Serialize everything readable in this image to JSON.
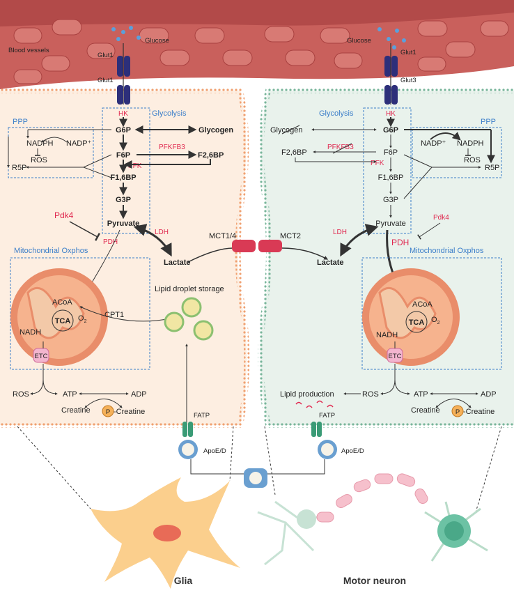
{
  "vessel": {
    "label": "Blood vessels",
    "glucose_left": "Glucose",
    "glucose_right": "Glucose"
  },
  "transporters": {
    "glut1_top_left": "Glut1",
    "glut1_mid_left": "Glut1",
    "glut1_top_right": "Glut1",
    "glut3_right": "Glut3",
    "mct_left": "MCT1/4",
    "mct_right": "MCT2",
    "fatp_left": "FATP",
    "fatp_right": "FATP",
    "apoe_left": "ApoE/D",
    "apoe_right": "ApoE/D"
  },
  "glia": {
    "glycolysis": "Glycolysis",
    "ppp": "PPP",
    "hk": "HK",
    "g6p": "G6P",
    "glycogen": "Glycogen",
    "f6p": "F6P",
    "pfkfb3": "PFKFB3",
    "f26bp": "F2,6BP",
    "pfk": "PFK",
    "f16bp": "F1,6BP",
    "g3p": "G3P",
    "pyruvate": "Pyruvate",
    "nadph": "NADPH",
    "nadp": "NADP⁺",
    "ros_ppp": "ROS",
    "r5p": "R5P",
    "pdk4": "Pdk4",
    "pdh": "PDH",
    "ldh": "LDH",
    "lactate": "Lactate",
    "mito": "Mitochondrial Oxphos",
    "acoa": "ACoA",
    "o2": "O",
    "o2_sub": "2",
    "tca": "TCA",
    "cpt1": "CPT1",
    "nadh": "NADH",
    "etc": "ETC",
    "ros": "ROS",
    "atp": "ATP",
    "adp": "ADP",
    "creatine": "Creatine",
    "p": "P",
    "pcreatine": "-Creatine",
    "lipid": "Lipid droplet storage"
  },
  "neuron": {
    "glycolysis": "Glycolysis",
    "ppp": "PPP",
    "hk": "HK",
    "g6p": "G6P",
    "glycogen": "Glycogen",
    "f6p": "F6P",
    "pfkfb3": "PFKFB3",
    "f26bp": "F2,6BP",
    "pfk": "PFK",
    "f16bp": "F1,6BP",
    "g3p": "G3P",
    "pyruvate": "Pyruvate",
    "nadp": "NADP⁺",
    "nadph": "NADPH",
    "ros_ppp": "ROS",
    "r5p": "R5P",
    "pdk4": "Pdk4",
    "pdh": "PDH",
    "ldh": "LDH",
    "lactate": "Lactate",
    "mito": "Mitochondrial Oxphos",
    "acoa": "ACoA",
    "o2": "O",
    "o2_sub": "2",
    "tca": "TCA",
    "nadh": "NADH",
    "etc": "ETC",
    "ros": "ROS",
    "atp": "ATP",
    "adp": "ADP",
    "creatine": "Creatine",
    "p": "P",
    "pcreatine": "-Creatine",
    "lipid": "Lipid production"
  },
  "cells": {
    "glia": "Glia",
    "motor_neuron": "Motor neuron"
  },
  "colors": {
    "vessel": "#c9605c",
    "glia_bg": "#fdeee1",
    "neuron_bg": "#e9f2ec",
    "enzyme": "#e0284f",
    "section": "#3b7ec9"
  }
}
